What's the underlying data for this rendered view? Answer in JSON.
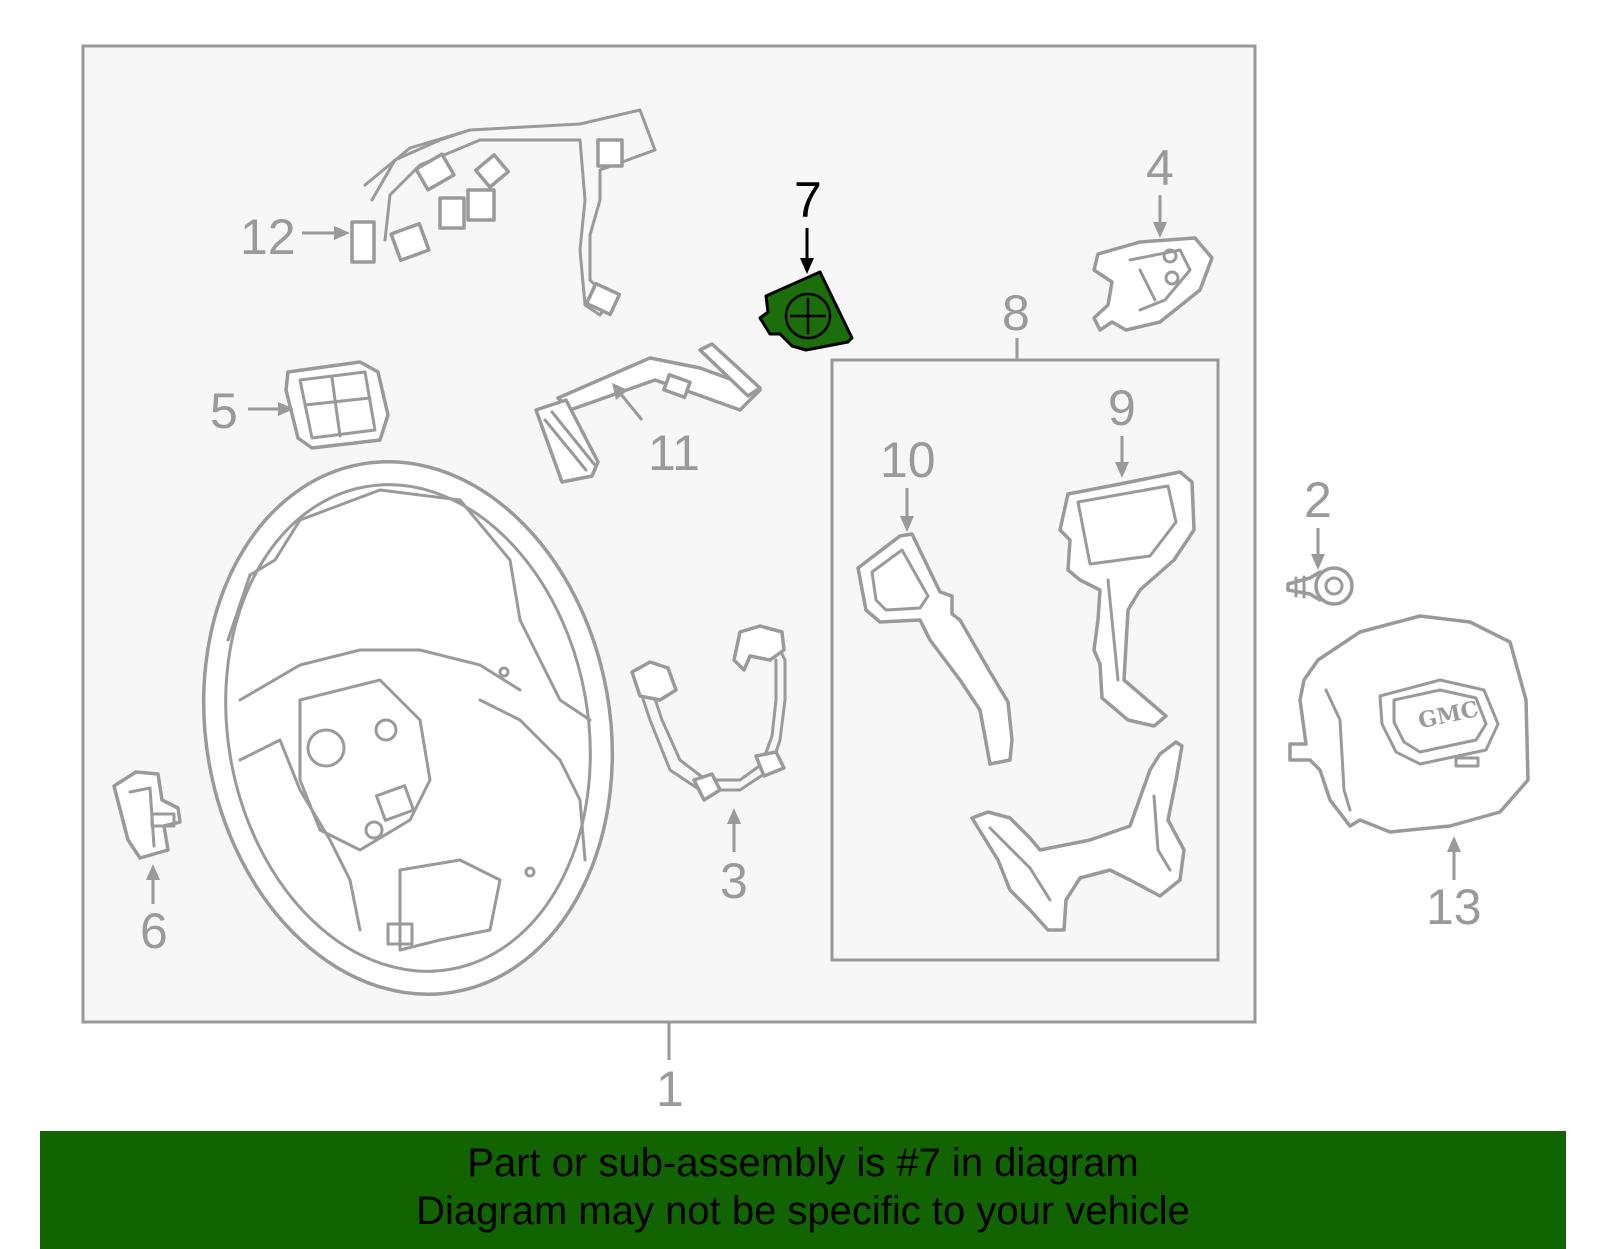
{
  "callouts": {
    "c1": "1",
    "c2": "2",
    "c3": "3",
    "c4": "4",
    "c5": "5",
    "c6": "6",
    "c7": "7",
    "c8": "8",
    "c9": "9",
    "c10": "10",
    "c11": "11",
    "c12": "12",
    "c13": "13"
  },
  "highlighted_part": "7",
  "airbag_logo": "GMC",
  "banner": {
    "line1": "Part or sub-assembly is #7 in diagram",
    "line2": "Diagram may not be specific to your vehicle"
  },
  "colors": {
    "highlight_fill": "#1b6e0b",
    "banner_background": "#126400",
    "line_gray": "#9a9a9a"
  }
}
